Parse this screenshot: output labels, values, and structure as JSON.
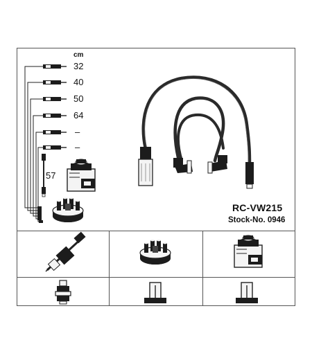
{
  "kit": {
    "model": "RC-VW215",
    "stock_label": "Stock-No. 0946"
  },
  "lengths": {
    "unit": "cm",
    "leads": [
      "32",
      "40",
      "50",
      "64",
      "–",
      "–"
    ],
    "coil_lead": "57"
  },
  "colors": {
    "line": "#222222",
    "cable": "#2a2a2a",
    "part_dark": "#1c1c1c",
    "part_light": "#f4f4f4",
    "frame": "#555555"
  }
}
